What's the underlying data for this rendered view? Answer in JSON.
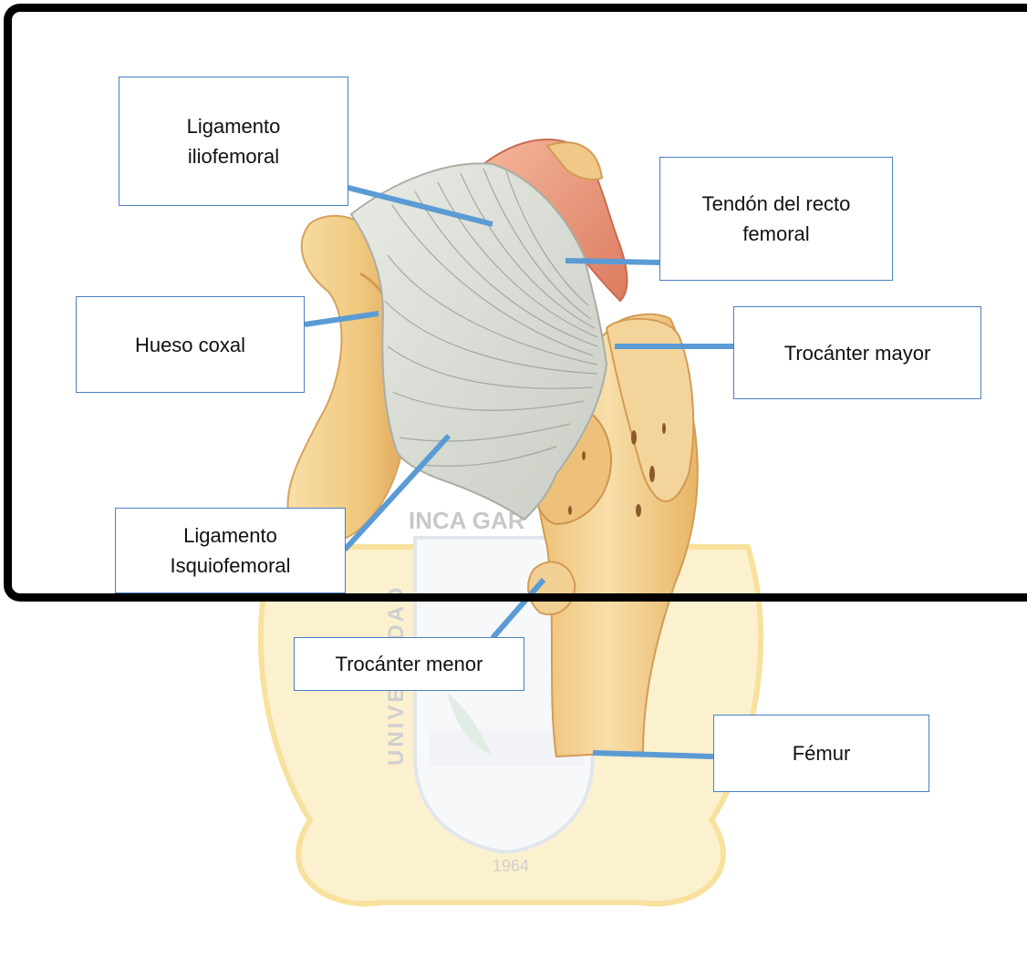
{
  "labels": {
    "ligamento_iliofemoral": "Ligamento\niliofemoral",
    "tendon_recto_femoral": "Tendón del recto\nfemoral",
    "hueso_coxal": "Hueso coxal",
    "trocanter_mayor": "Trocánter mayor",
    "ligamento_isquiofemoral": "Ligamento\nIsquiofemoral",
    "trocanter_menor": "Trocánter menor",
    "femur": "Fémur"
  },
  "watermark": {
    "arc_text": "INCA GAR",
    "side_text": "UNIVERSIDAD",
    "year": "1964"
  },
  "colors": {
    "frame": "#000000",
    "label_border": "#4a7fc4",
    "leader_line": "#5b9bd5",
    "bone": "#f1cf8e",
    "ligament": "#d4d8d0",
    "muscle": "#e79377",
    "watermark_gold": "#f7d878"
  }
}
